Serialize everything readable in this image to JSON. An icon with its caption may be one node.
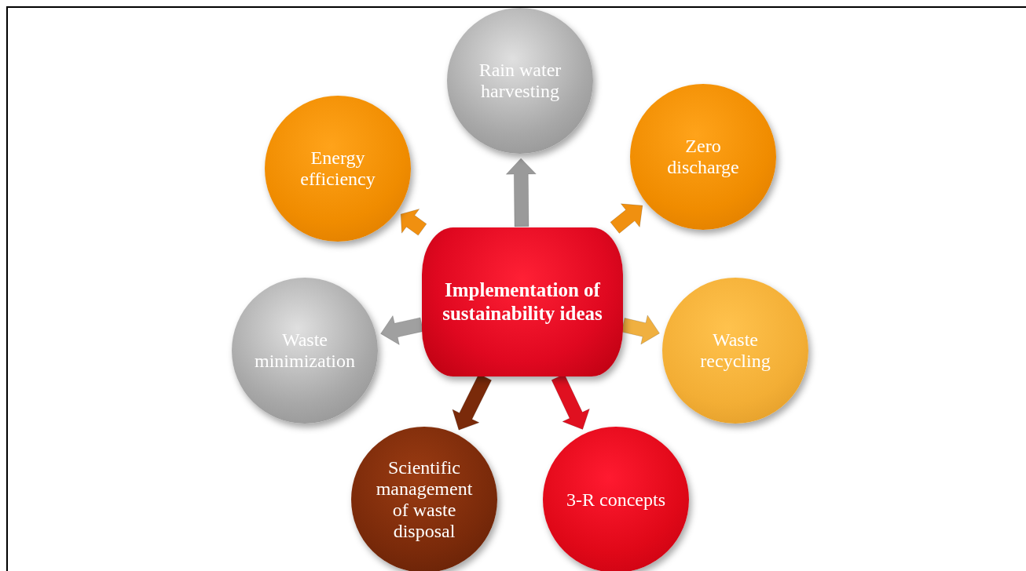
{
  "diagram": {
    "nodes": [
      {
        "text": [
          "Rain water harvesting"
        ]
      },
      {
        "text": [
          "Energy efficiency"
        ]
      },
      {
        "text": [
          "Zero discharge"
        ]
      },
      {
        "text": [
          "Implementation of sustainability ideas"
        ]
      },
      {
        "text": [
          "Waste minimization"
        ]
      },
      {
        "text": [
          "Waste recycling"
        ]
      },
      {
        "text": [
          "Scientific management of waste disposal"
        ]
      },
      {
        "text": [
          "3-R concepts"
        ]
      }
    ],
    "edges": [
      {
        "from": 3,
        "to": 0,
        "arrow": "to",
        "color": "#9a9a9a"
      },
      {
        "from": 3,
        "to": 2,
        "arrow": "to",
        "color": "#f09010"
      },
      {
        "from": 3,
        "to": 5,
        "arrow": "to",
        "color": "#f0b040"
      },
      {
        "from": 3,
        "to": 7,
        "arrow": "to",
        "color": "#e01020"
      },
      {
        "from": 3,
        "to": 6,
        "arrow": "to",
        "color": "#7a2a0a"
      },
      {
        "from": 3,
        "to": 4,
        "arrow": "to",
        "color": "#a0a0a0"
      },
      {
        "from": 3,
        "to": 1,
        "arrow": "to",
        "color": "#f09010"
      }
    ]
  }
}
